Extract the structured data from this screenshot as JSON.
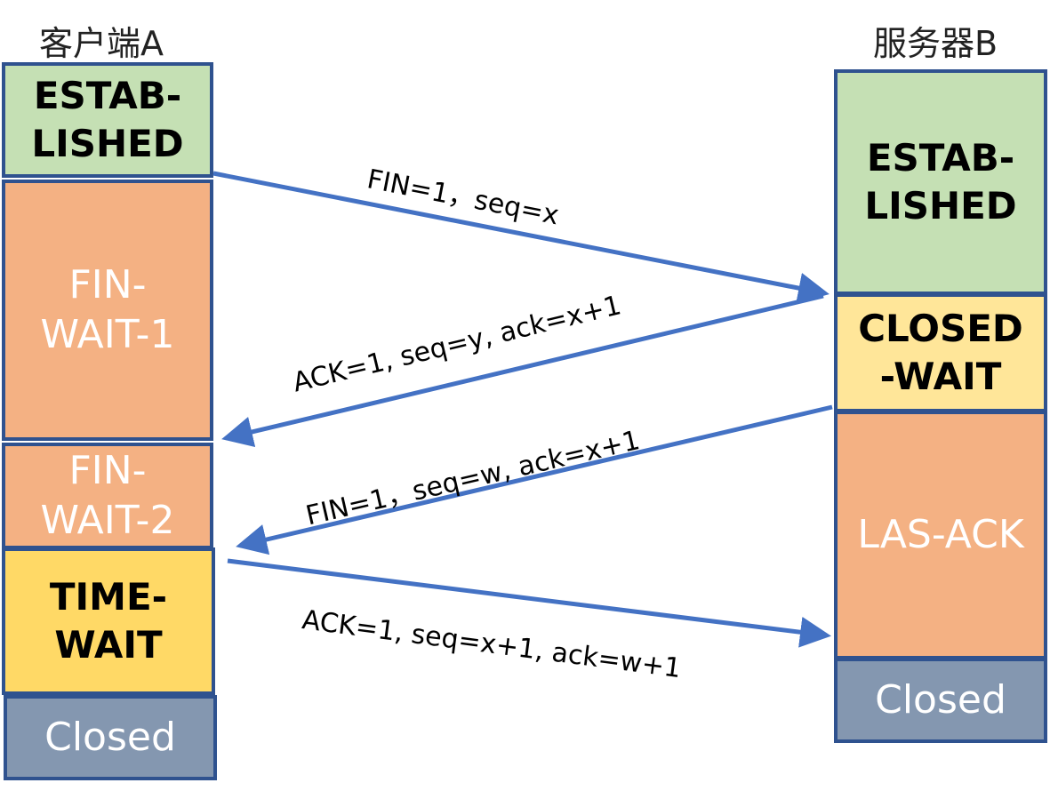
{
  "client": {
    "label": "客户端A",
    "states": [
      {
        "id": "established",
        "label": "ESTAB-\nLISHED",
        "color": "#c5e0b4"
      },
      {
        "id": "fin-wait-1",
        "label": "FIN-\nWAIT-1",
        "color": "#f4b183"
      },
      {
        "id": "fin-wait-2",
        "label": "FIN-\nWAIT-2",
        "color": "#f4b183"
      },
      {
        "id": "time-wait",
        "label": "TIME-\nWAIT",
        "color": "#ffd966"
      },
      {
        "id": "closed",
        "label": "Closed",
        "color": "#8497b0"
      }
    ]
  },
  "server": {
    "label": "服务器B",
    "states": [
      {
        "id": "established",
        "label": "ESTAB-\nLISHED",
        "color": "#c5e0b4"
      },
      {
        "id": "closed-wait",
        "label": "CLOSED\n-WAIT",
        "color": "#ffe699"
      },
      {
        "id": "las-ack",
        "label": "LAS-ACK",
        "color": "#f4b183"
      },
      {
        "id": "closed",
        "label": "Closed",
        "color": "#8497b0"
      }
    ]
  },
  "messages": [
    {
      "label": "FIN=1，seq=x",
      "direction": "client-to-server"
    },
    {
      "label": "ACK=1, seq=y, ack=x+1",
      "direction": "server-to-client"
    },
    {
      "label": "FIN=1，seq=w, ack=x+1",
      "direction": "server-to-client"
    },
    {
      "label": "ACK=1, seq=x+1, ack=w+1",
      "direction": "client-to-server"
    }
  ],
  "colors": {
    "arrow": "#4472c4",
    "border": "#2f528f"
  }
}
